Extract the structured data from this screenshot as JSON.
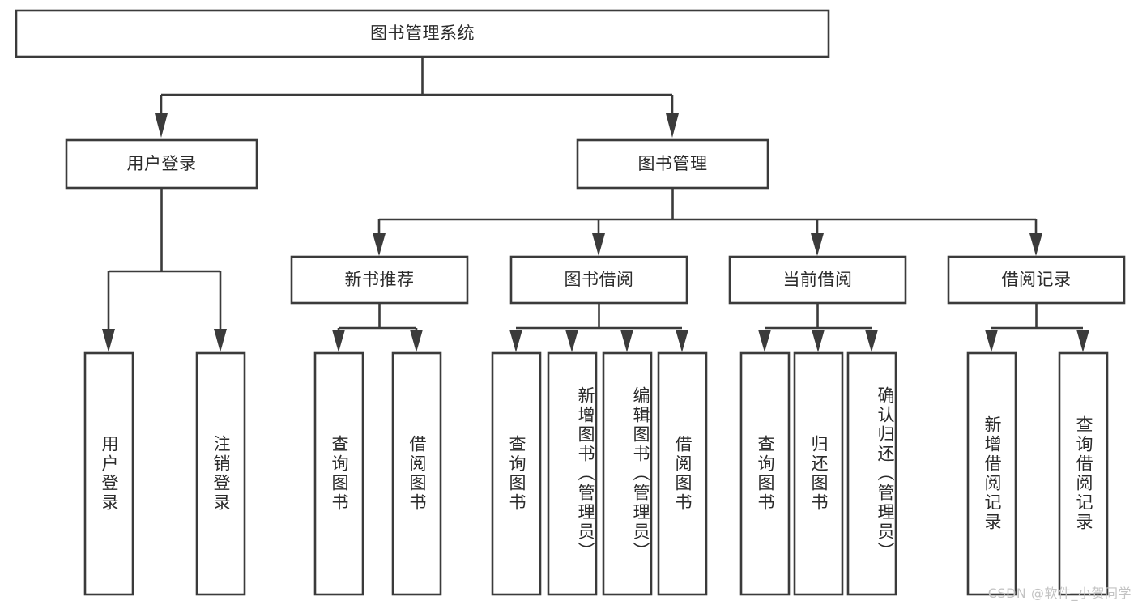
{
  "diagram": {
    "type": "tree-hierarchy",
    "title": "图书管理系统",
    "watermark": "CSDN @软件_小贺同学",
    "colors": {
      "stroke": "#3b3b3b",
      "box_fill": "#ffffff",
      "text": "#2b2b2b",
      "background": "#ffffff",
      "watermark": "#c3c3c3"
    },
    "levels": {
      "root": {
        "label": "图书管理系统"
      },
      "level2": [
        {
          "label": "用户登录"
        },
        {
          "label": "图书管理"
        }
      ],
      "level3": [
        {
          "label": "新书推荐"
        },
        {
          "label": "图书借阅"
        },
        {
          "label": "当前借阅"
        },
        {
          "label": "借阅记录"
        }
      ],
      "leaves": {
        "user_login": [
          {
            "label": "用户登录"
          },
          {
            "label": "注销登录"
          }
        ],
        "new_book_recommend": [
          {
            "label": "查询图书"
          },
          {
            "label": "借阅图书"
          }
        ],
        "book_borrow": [
          {
            "label": "查询图书"
          },
          {
            "label": "新增图书（管理员）"
          },
          {
            "label": "编辑图书（管理员）"
          },
          {
            "label": "借阅图书"
          }
        ],
        "current_borrow": [
          {
            "label": "查询图书"
          },
          {
            "label": "归还图书"
          },
          {
            "label": "确认归还（管理员）"
          }
        ],
        "borrow_record": [
          {
            "label": "新增借阅记录"
          },
          {
            "label": "查询借阅记录"
          }
        ]
      }
    }
  }
}
